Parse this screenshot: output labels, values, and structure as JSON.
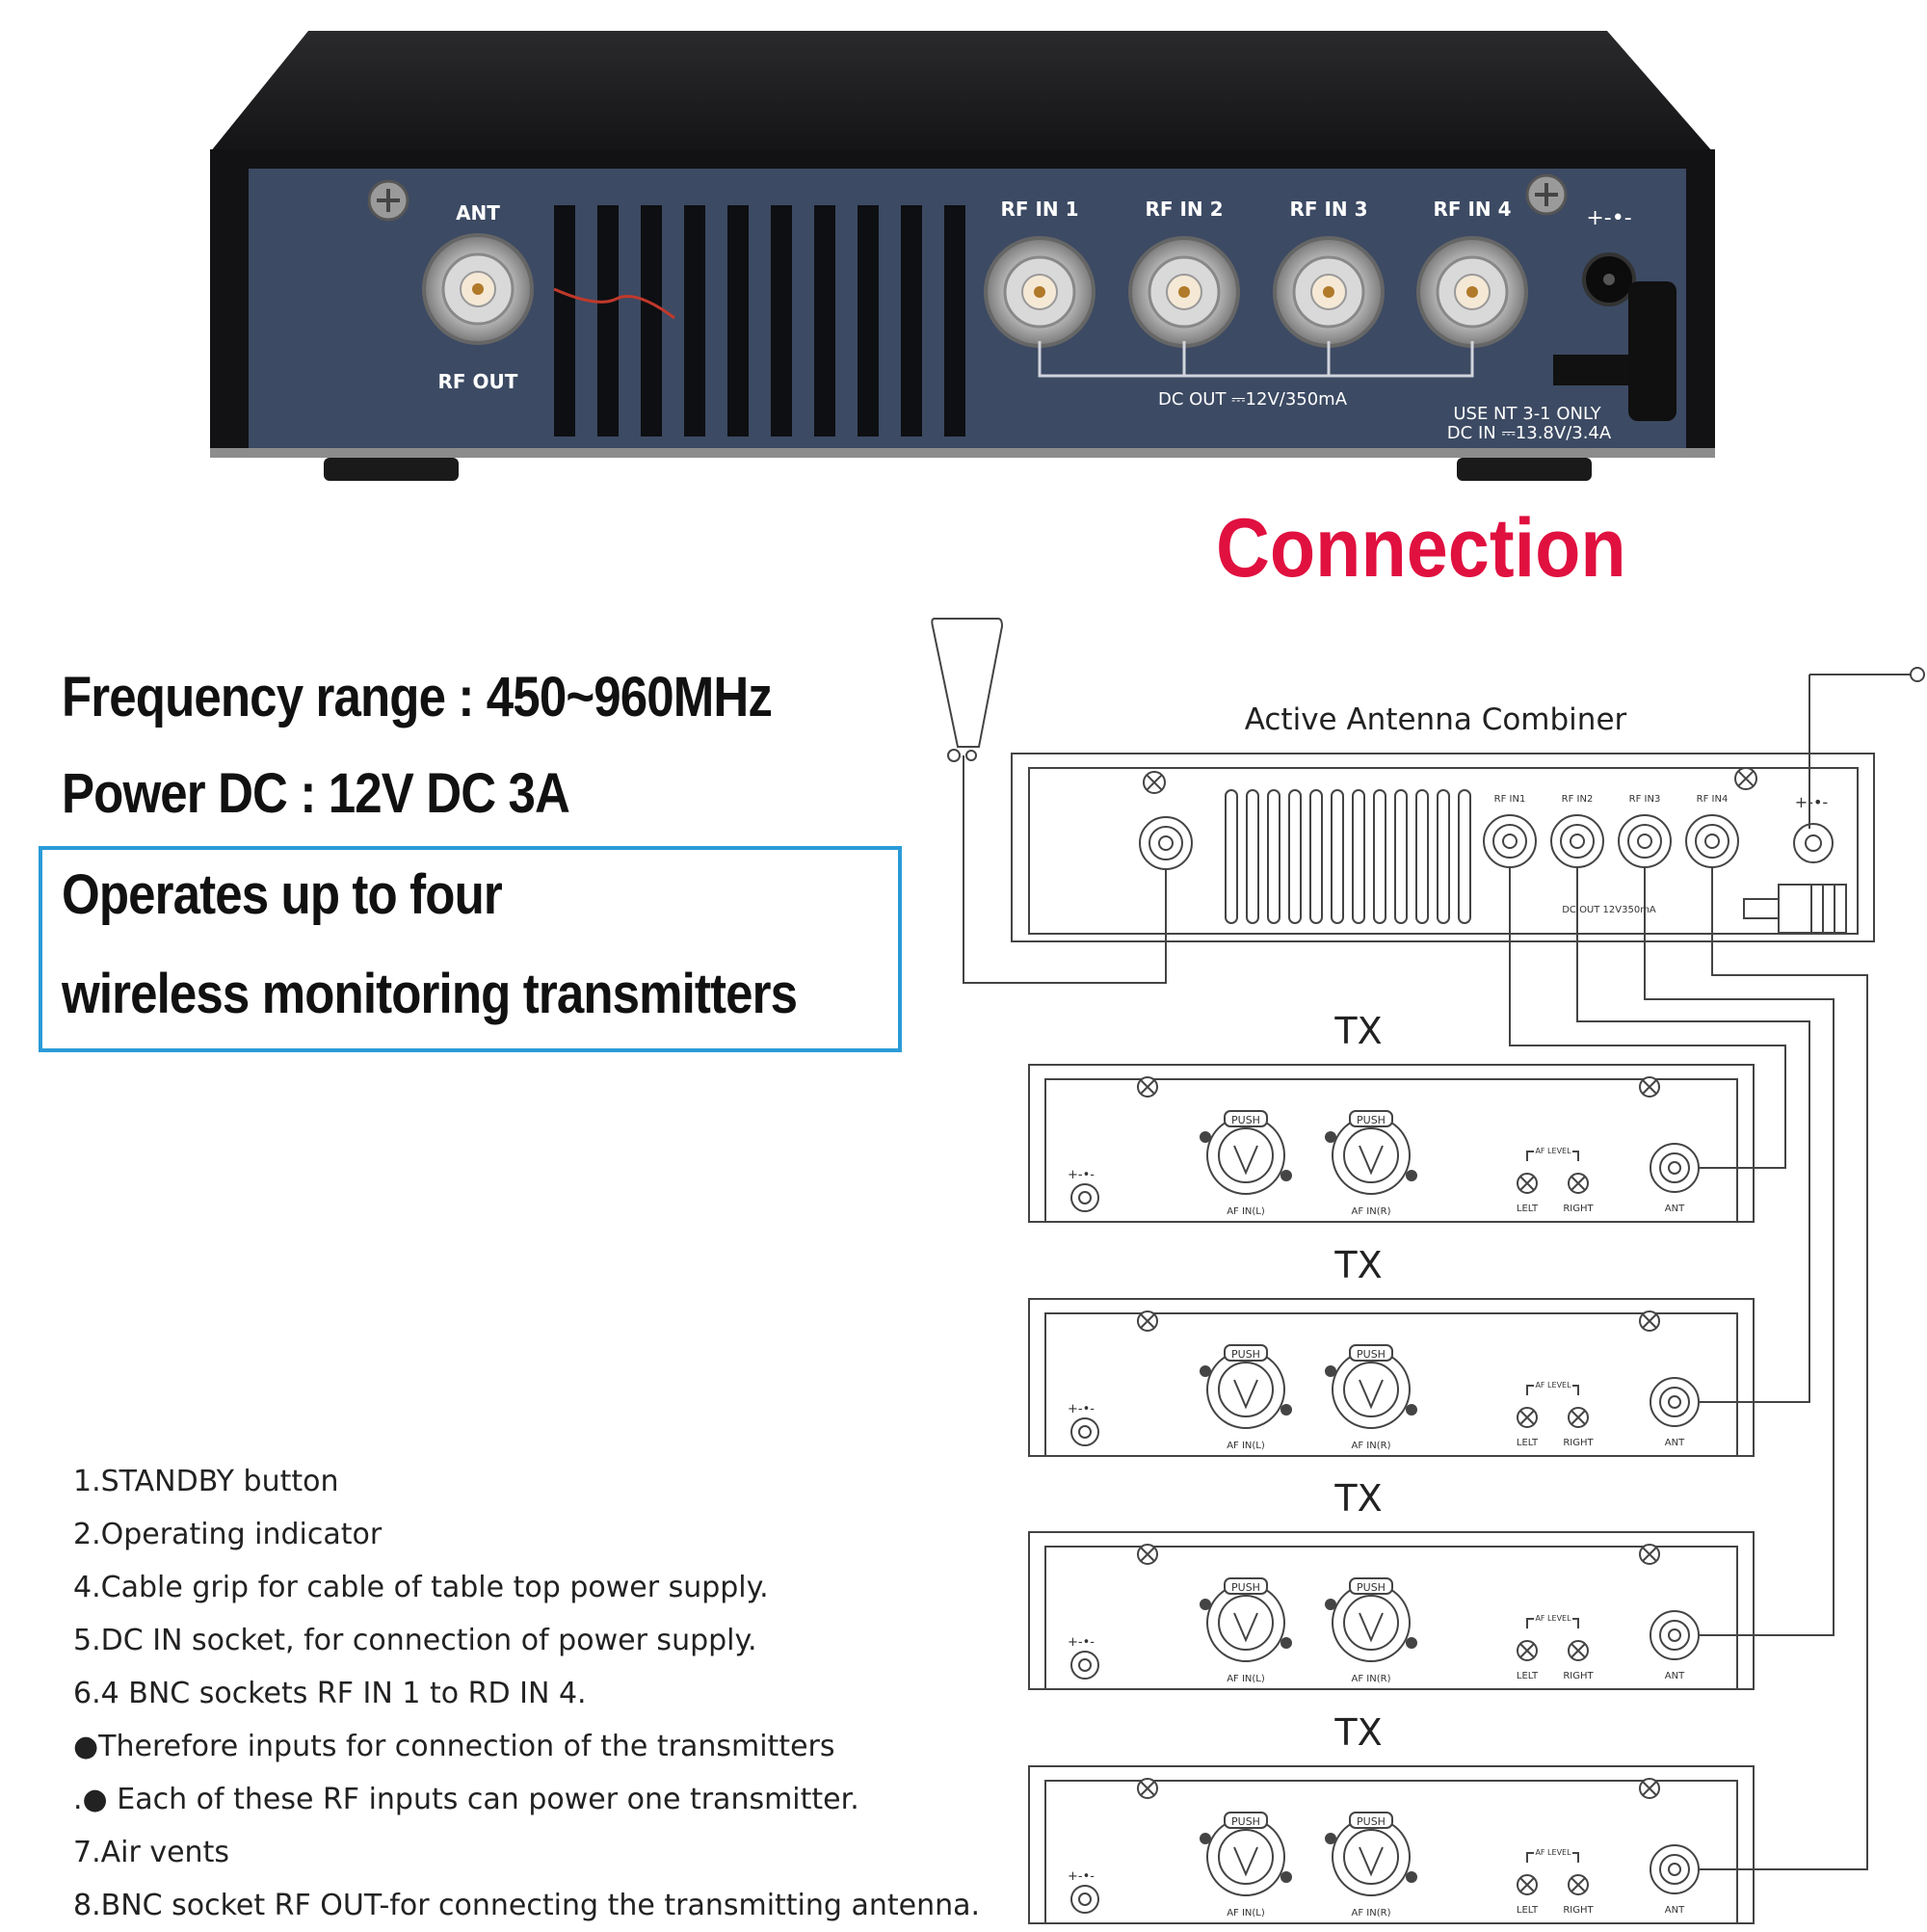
{
  "photo": {
    "labels": {
      "ant": "ANT",
      "rf_out": "RF OUT",
      "rf_in": [
        "RF IN 1",
        "RF IN 2",
        "RF IN 3",
        "RF IN 4"
      ],
      "dc_out": "DC OUT ⎓12V/350mA",
      "use_nt": "USE NT 3-1 ONLY",
      "dc_in": "DC IN ⎓13.8V/3.4A",
      "polarity": "+-•-"
    }
  },
  "title": "Connection",
  "specs": {
    "frequency": "Frequency range : 450~960MHz",
    "power": "Power DC : 12V DC 3A",
    "operates_line1": "Operates up to four",
    "operates_line2": "wireless monitoring transmitters"
  },
  "diagram": {
    "combiner_title": "Active Antenna Combiner",
    "rf_in": [
      "RF IN1",
      "RF IN2",
      "RF IN3",
      "RF IN4"
    ],
    "dc_out": "DC OUT  12V350mA",
    "polarity": "+-•-",
    "tx_label": "TX",
    "tx_units": [
      {
        "label": "TX",
        "push": "PUSH",
        "af_in_l": "AF IN(L)",
        "af_in_r": "AF IN(R)",
        "af_level": "AF LEVEL",
        "left": "LELT",
        "right": "RIGHT",
        "ant": "ANT"
      },
      {
        "label": "TX",
        "push": "PUSH",
        "af_in_l": "AF IN(L)",
        "af_in_r": "AF IN(R)",
        "af_level": "AF LEVEL",
        "left": "LELT",
        "right": "RIGHT",
        "ant": "ANT"
      },
      {
        "label": "TX",
        "push": "PUSH",
        "af_in_l": "AF IN(L)",
        "af_in_r": "AF IN(R)",
        "af_level": "AF LEVEL",
        "left": "LELT",
        "right": "RIGHT",
        "ant": "ANT"
      },
      {
        "label": "TX",
        "push": "PUSH",
        "af_in_l": "AF IN(L)",
        "af_in_r": "AF IN(R)",
        "af_level": "AF LEVEL",
        "left": "LELT",
        "right": "RIGHT",
        "ant": "ANT"
      }
    ]
  },
  "notes": [
    "1.STANDBY button",
    "2.Operating indicator",
    "4.Cable grip for cable of table top power supply.",
    "5.DC IN socket,  for connection of power supply.",
    "6.4 BNC sockets RF IN 1 to RD IN 4.",
    "●Therefore inputs for connection of the transmitters",
    ".●  Each of these RF inputs can power one transmitter.",
    "7.Air vents",
    "8.BNC socket RF OUT-for connecting the transmitting antenna."
  ],
  "colors": {
    "panel_blue": "#3c4a63",
    "chassis": "#1c1c1e",
    "accent_red": "#e0103f",
    "box_blue": "#2a9bd7"
  }
}
